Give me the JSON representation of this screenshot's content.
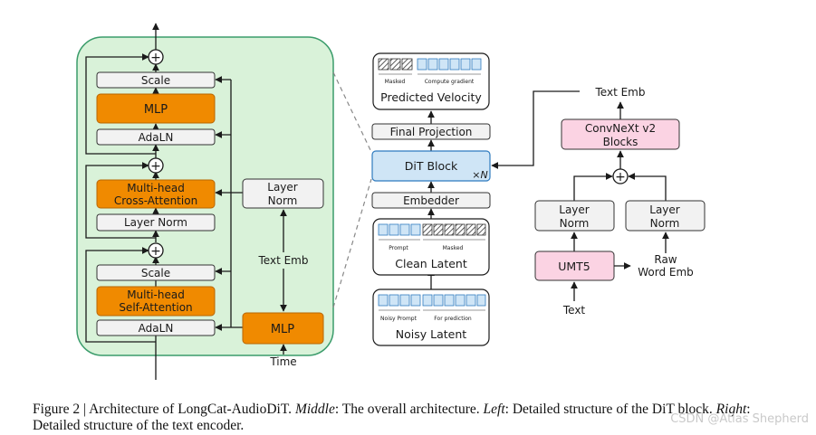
{
  "left_panel": {
    "scale_top": "Scale",
    "mlp_main": "MLP",
    "adaln_top": "AdaLN",
    "cross_attention_line1": "Multi-head",
    "cross_attention_line2": "Cross-Attention",
    "layer_norm_inner": "Layer Norm",
    "scale_bottom": "Scale",
    "self_attention_line1": "Multi-head",
    "self_attention_line2": "Self-Attention",
    "adaln_bottom": "AdaLN",
    "side_layer_norm_line1": "Layer",
    "side_layer_norm_line2": "Norm",
    "text_emb": "Text Emb",
    "time_mlp": "MLP",
    "time": "Time",
    "plus": "+"
  },
  "middle": {
    "masked": "Masked",
    "compute_gradient": "Compute gradient",
    "predicted_velocity": "Predicted Velocity",
    "final_projection": "Final Projection",
    "dit_block": "DiT Block",
    "times_n": "×N",
    "embedder": "Embedder",
    "prompt": "Prompt",
    "masked2": "Masked",
    "clean_latent": "Clean Latent",
    "noisy_prompt": "Noisy Prompt",
    "for_prediction": "For prediction",
    "noisy_latent": "Noisy Latent"
  },
  "right": {
    "text_emb": "Text Emb",
    "convnext_line1": "ConvNeXt v2",
    "convnext_line2": "Blocks",
    "layer_norm_left_line1": "Layer",
    "layer_norm_left_line2": "Norm",
    "layer_norm_right_line1": "Layer",
    "layer_norm_right_line2": "Norm",
    "umt5": "UMT5",
    "raw_line1": "Raw",
    "raw_line2": "Word Emb",
    "text": "Text",
    "plus": "+"
  },
  "caption": {
    "prefix": "Figure 2 | Architecture of LongCat-AudioDiT. ",
    "middle_label": "Middle",
    "middle_text": ": The overall architecture. ",
    "left_label": "Left",
    "left_text": ": Detailed structure of the DiT block. ",
    "right_label": "Right",
    "right_text": ": Detailed structure of the text encoder."
  },
  "watermark": "CSDN @Atlas Shepherd",
  "colors": {
    "panel_fill": "#d9f2d9",
    "panel_stroke": "#3b9c6b",
    "orange": "#f08a00",
    "blue_fill": "#cfe5f6",
    "blue_stroke": "#2f7bbf",
    "pink_fill": "#fbd3e3",
    "gray_fill": "#f2f2f2"
  }
}
